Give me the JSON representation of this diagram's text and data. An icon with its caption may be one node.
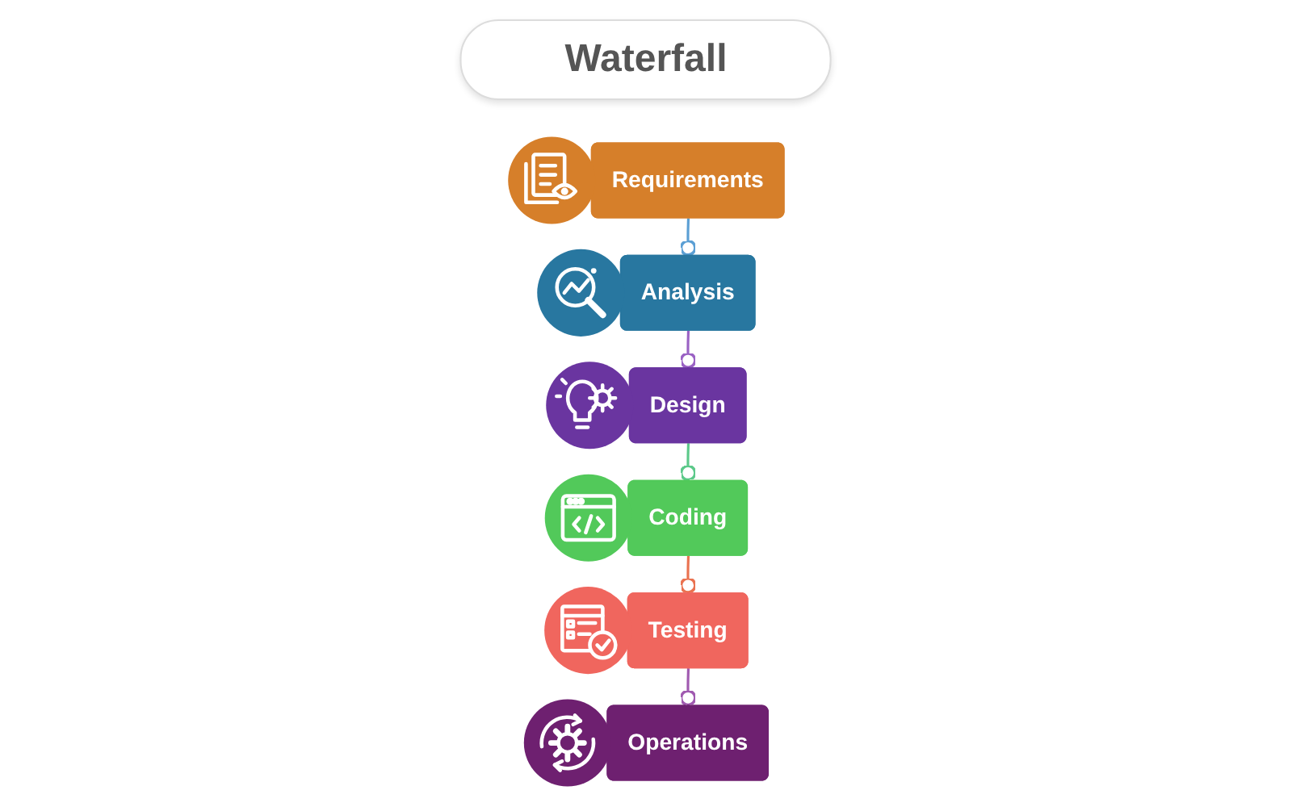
{
  "diagram": {
    "title": "Waterfall",
    "nodes": [
      {
        "text": [
          "Requirements"
        ]
      },
      {
        "text": [
          "Analysis"
        ]
      },
      {
        "text": [
          "Design"
        ]
      },
      {
        "text": [
          "Coding"
        ]
      },
      {
        "text": [
          "Testing"
        ]
      },
      {
        "text": [
          "Operations"
        ]
      }
    ],
    "edges": [
      {
        "from": 0,
        "to": 1,
        "arrow": "other",
        "color": "#5b9fd4"
      },
      {
        "from": 1,
        "to": 2,
        "arrow": "other",
        "color": "#9a62c4"
      },
      {
        "from": 2,
        "to": 3,
        "arrow": "other",
        "color": "#5cc98a"
      },
      {
        "from": 3,
        "to": 4,
        "arrow": "other",
        "color": "#ea7250"
      },
      {
        "from": 4,
        "to": 5,
        "arrow": "other",
        "color": "#a05ab0"
      }
    ]
  }
}
